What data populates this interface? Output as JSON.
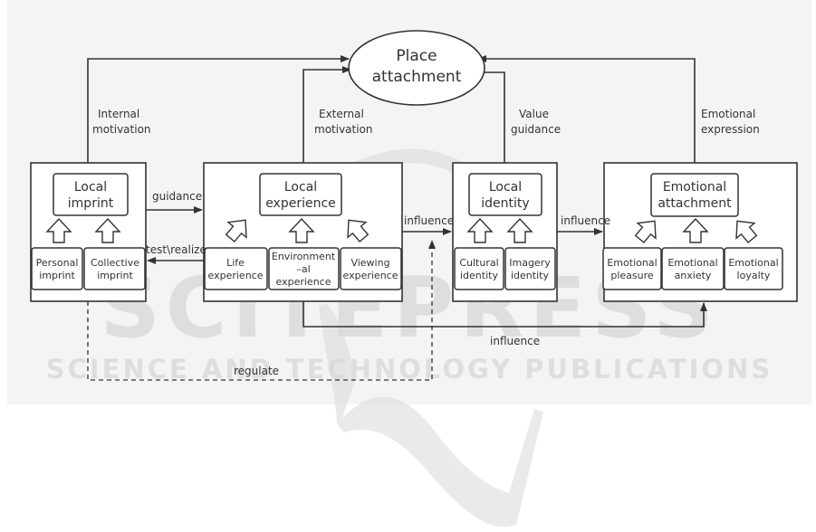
{
  "diagram": {
    "center": {
      "label_line1": "Place",
      "label_line2": "attachment"
    },
    "groups": [
      {
        "id": "local-imprint",
        "title_line1": "Local",
        "title_line2": "imprint",
        "items": [
          {
            "line1": "Personal",
            "line2": "imprint"
          },
          {
            "line1": "Collective",
            "line2": "imprint"
          }
        ],
        "to_center_label_line1": "Internal",
        "to_center_label_line2": "motivation"
      },
      {
        "id": "local-experience",
        "title_line1": "Local",
        "title_line2": "experience",
        "items": [
          {
            "line1": "Life",
            "line2": "experience"
          },
          {
            "line1": "Environment",
            "line2": "–al",
            "line3": "experience"
          },
          {
            "line1": "Viewing",
            "line2": "experience"
          }
        ],
        "to_center_label_line1": "External",
        "to_center_label_line2": "motivation"
      },
      {
        "id": "local-identity",
        "title_line1": "Local",
        "title_line2": "identity",
        "items": [
          {
            "line1": "Cultural",
            "line2": "identity"
          },
          {
            "line1": "Imagery",
            "line2": "identity"
          }
        ],
        "to_center_label_line1": "Value",
        "to_center_label_line2": "guidance"
      },
      {
        "id": "emotional-attachment",
        "title_line1": "Emotional",
        "title_line2": "attachment",
        "items": [
          {
            "line1": "Emotional",
            "line2": "pleasure"
          },
          {
            "line1": "Emotional",
            "line2": "anxiety"
          },
          {
            "line1": "Emotional",
            "line2": "loyalty"
          }
        ],
        "to_center_label_line1": "Emotional",
        "to_center_label_line2": "expression"
      }
    ],
    "edges": {
      "guidance": "guidance",
      "test_realize": "test\\realize",
      "influence_exp_to_identity": "influence",
      "influence_identity_to_emotion": "influence",
      "influence_bottom": "influence",
      "regulate": "regulate"
    },
    "watermark": {
      "line1": "SCITEPRESS",
      "line2": "SCIENCE AND TECHNOLOGY PUBLICATIONS"
    }
  }
}
